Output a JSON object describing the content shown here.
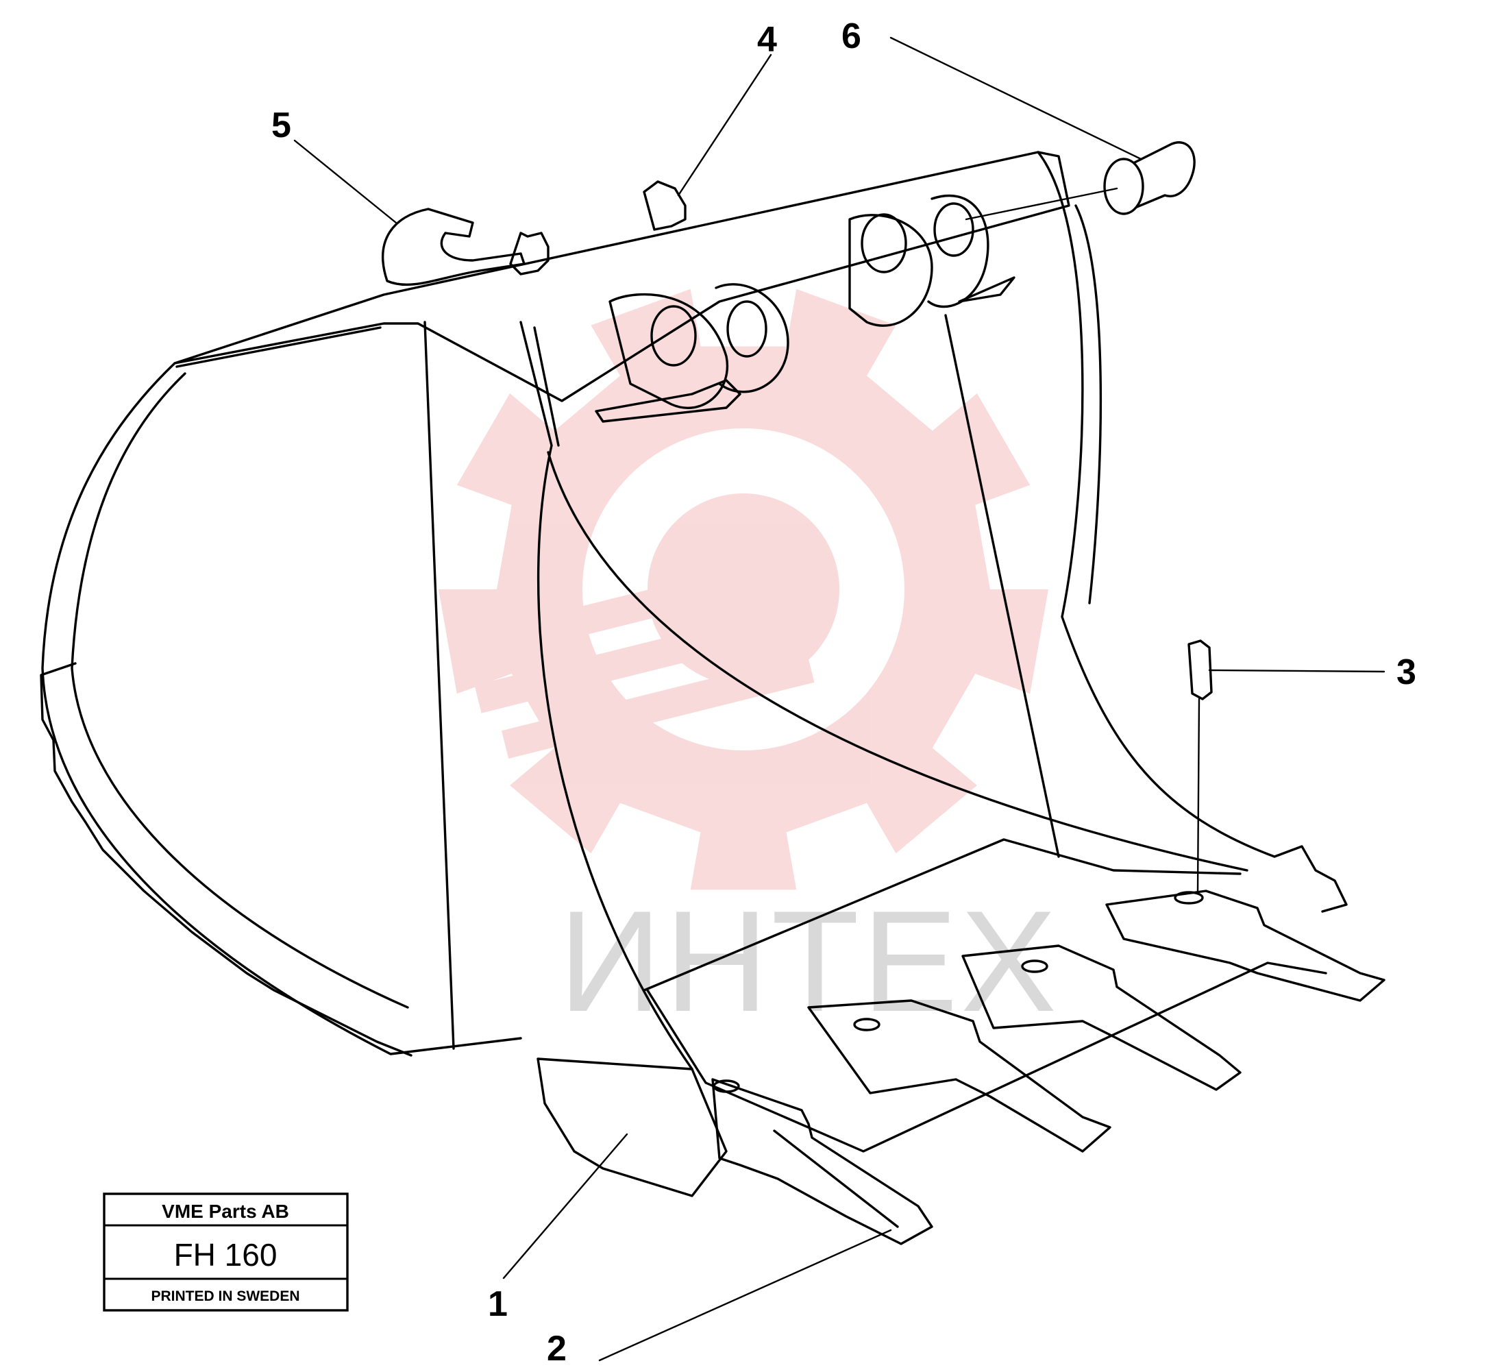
{
  "diagram": {
    "callouts": [
      {
        "id": "1",
        "label": "1"
      },
      {
        "id": "2",
        "label": "2"
      },
      {
        "id": "3",
        "label": "3"
      },
      {
        "id": "4",
        "label": "4"
      },
      {
        "id": "5",
        "label": "5"
      },
      {
        "id": "6",
        "label": "6"
      }
    ]
  },
  "watermark": {
    "text": "ИНТЕХ",
    "color": "#d9d9d9",
    "logo_color": "#f9d7d7"
  },
  "stamp": {
    "company": "VME Parts AB",
    "model": "FH 160",
    "printed": "PRINTED IN SWEDEN"
  }
}
